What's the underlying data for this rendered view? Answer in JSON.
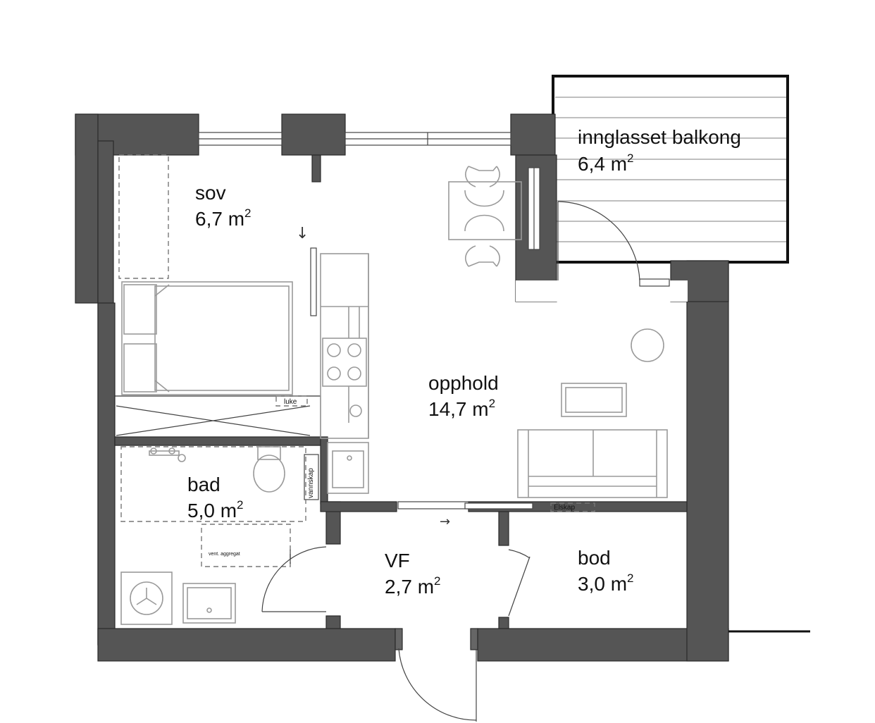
{
  "rooms": {
    "balcony": {
      "name": "innglasset balkong",
      "area": "6,4 m",
      "unit_sup": "2"
    },
    "sov": {
      "name": "sov",
      "area": "6,7 m",
      "unit_sup": "2"
    },
    "opphold": {
      "name": "opphold",
      "area": "14,7 m",
      "unit_sup": "2"
    },
    "bad": {
      "name": "bad",
      "area": "5,0 m",
      "unit_sup": "2"
    },
    "vf": {
      "name": "VF",
      "area": "2,7 m",
      "unit_sup": "2"
    },
    "bod": {
      "name": "bod",
      "area": "3,0 m",
      "unit_sup": "2"
    }
  },
  "labels": {
    "luke": "luke",
    "vannskap": "vannskap",
    "elskap": "Elskap",
    "vent": "vent. aggregat"
  },
  "colors": {
    "wall": "#555555",
    "furniture": "#9a9a9a",
    "line": "#444444"
  }
}
